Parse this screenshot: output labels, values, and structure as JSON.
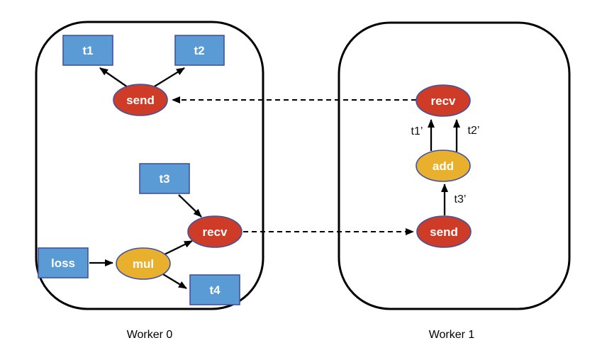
{
  "colors": {
    "tensor_fill": "#5B9BD5",
    "comm_op_fill": "#CE3B26",
    "math_op_fill": "#E9B02E",
    "node_stroke": "#4153A0",
    "line": "#000000",
    "background": "#FFFFFF"
  },
  "workers": [
    {
      "caption": "Worker 0",
      "nodes": {
        "t1": "t1",
        "t2": "t2",
        "t3": "t3",
        "t4": "t4",
        "loss": "loss",
        "send": "send",
        "recv": "recv",
        "mul": "mul"
      }
    },
    {
      "caption": "Worker 1",
      "nodes": {
        "recv": "recv",
        "add": "add",
        "send": "send"
      },
      "edge_labels": {
        "t1_grad": "t1’",
        "t2_grad": "t2’",
        "t3_grad": "t3’"
      }
    }
  ],
  "edges": [
    {
      "from": "worker0.send",
      "to": "worker0.t1",
      "style": "solid"
    },
    {
      "from": "worker0.send",
      "to": "worker0.t2",
      "style": "solid"
    },
    {
      "from": "worker0.t3",
      "to": "worker0.recv",
      "style": "solid"
    },
    {
      "from": "worker0.mul",
      "to": "worker0.recv",
      "style": "solid"
    },
    {
      "from": "worker0.loss",
      "to": "worker0.mul",
      "style": "solid"
    },
    {
      "from": "worker0.mul",
      "to": "worker0.t4",
      "style": "solid"
    },
    {
      "from": "worker1.add",
      "to": "worker1.recv",
      "style": "solid",
      "label": "t1’"
    },
    {
      "from": "worker1.add",
      "to": "worker1.recv",
      "style": "solid",
      "label": "t2’"
    },
    {
      "from": "worker1.send",
      "to": "worker1.add",
      "style": "solid",
      "label": "t3’"
    },
    {
      "from": "worker1.recv",
      "to": "worker0.send",
      "style": "dashed"
    },
    {
      "from": "worker0.recv",
      "to": "worker1.send",
      "style": "dashed"
    }
  ]
}
